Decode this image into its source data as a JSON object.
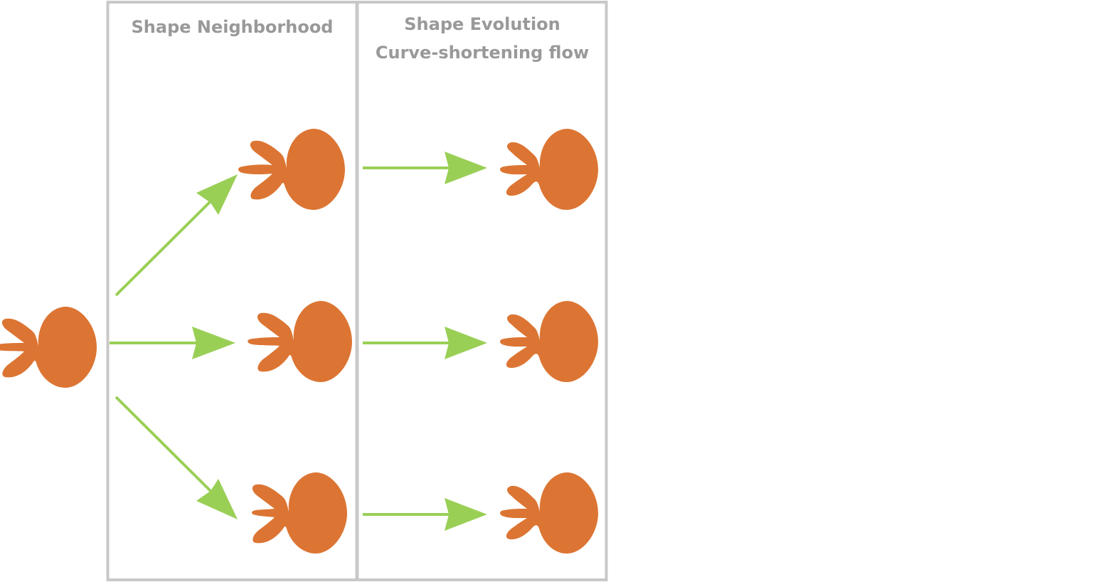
{
  "colors": {
    "shape": "#DC7533",
    "arrow": "#9ACF56",
    "frame": "#C8C8C8",
    "title": "#999999"
  },
  "panels": {
    "neighborhood": {
      "title": "Shape Neighborhood"
    },
    "evolution": {
      "title_line1": "Shape Evolution",
      "title_line2": "Curve-shortening flow"
    }
  },
  "shapes": [
    {
      "id": "source",
      "variant": "original"
    },
    {
      "id": "neighbor-top",
      "variant": "long-mid-lobe"
    },
    {
      "id": "neighbor-middle",
      "variant": "original"
    },
    {
      "id": "neighbor-bottom",
      "variant": "short-mid-lobe"
    },
    {
      "id": "evolved-top",
      "variant": "smoothed"
    },
    {
      "id": "evolved-middle",
      "variant": "smoothed"
    },
    {
      "id": "evolved-bottom",
      "variant": "smoothed"
    }
  ],
  "arrows": [
    {
      "id": "to-neighbor-top",
      "direction": "up-right"
    },
    {
      "id": "to-neighbor-middle",
      "direction": "right"
    },
    {
      "id": "to-neighbor-bottom",
      "direction": "down-right"
    },
    {
      "id": "evolve-top",
      "direction": "right"
    },
    {
      "id": "evolve-middle",
      "direction": "right"
    },
    {
      "id": "evolve-bottom",
      "direction": "right"
    }
  ]
}
